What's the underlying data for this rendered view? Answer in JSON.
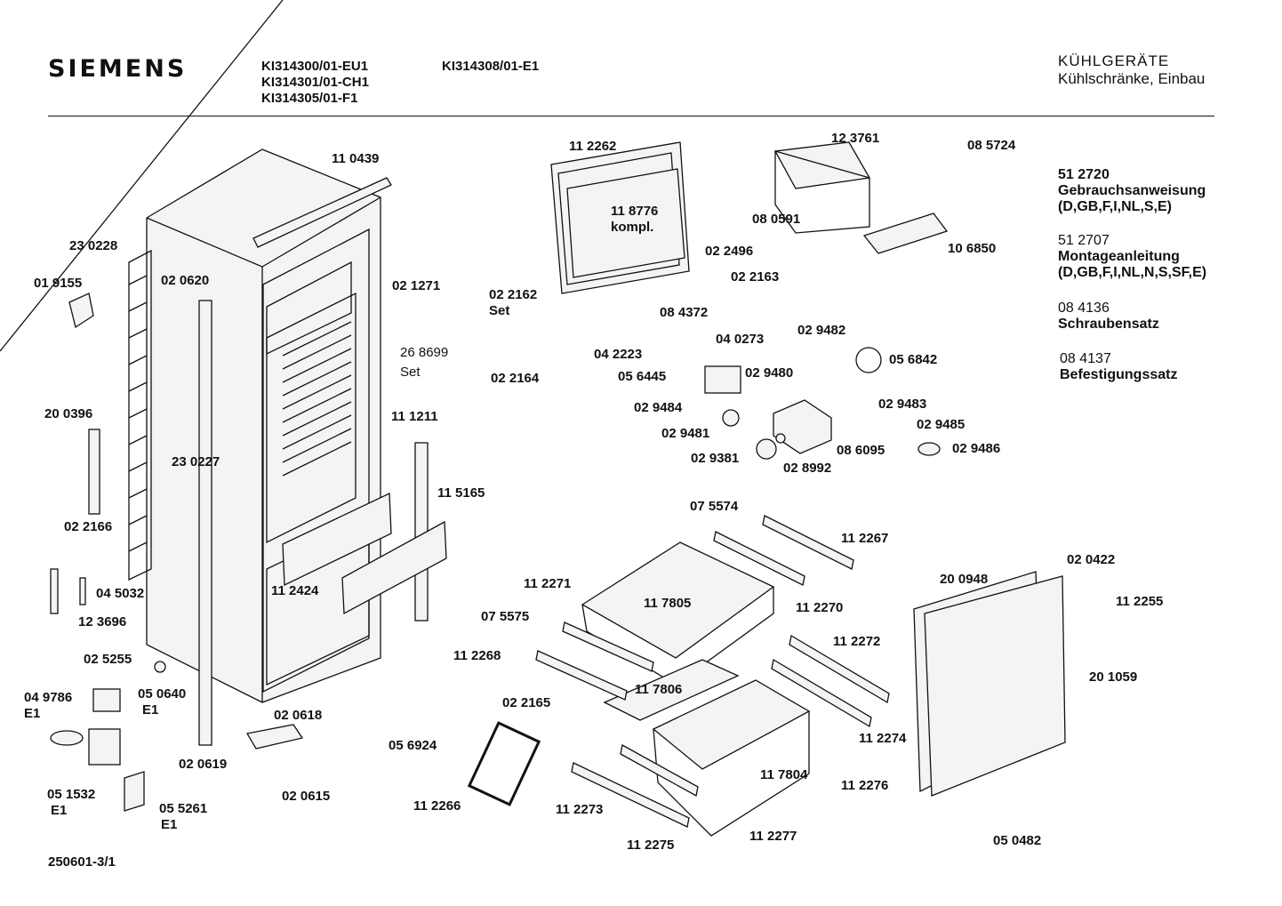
{
  "header": {
    "brand": "SIEMENS",
    "models_left": [
      "KI314300/01-EU1",
      "KI314301/01-CH1",
      "KI314305/01-F1"
    ],
    "model_right": "KI314308/01-E1",
    "category": "KÜHLGERÄTE",
    "subcategory": "Kühlschränke, Einbau"
  },
  "documents": [
    {
      "number": "51 2720",
      "title": "Gebrauchsanweisung",
      "langs": "(D,GB,F,I,NL,S,E)",
      "bold": true
    },
    {
      "number": "51 2707",
      "title": "Montageanleitung",
      "langs": "(D,GB,F,I,NL,N,S,SF,E)",
      "bold": false
    },
    {
      "number": "08 4136",
      "title": "Schraubensatz",
      "langs": "",
      "bold": false
    },
    {
      "number": "08 4137",
      "title": "Befestigungssatz",
      "langs": "",
      "bold": false
    }
  ],
  "footer": {
    "drawing_number": "250601-3/1"
  },
  "parts": [
    {
      "id": "110439",
      "text": "11 0439"
    },
    {
      "id": "230228",
      "text": "23 0228"
    },
    {
      "id": "019155",
      "text": "01 9155"
    },
    {
      "id": "020620",
      "text": "02 0620"
    },
    {
      "id": "021271",
      "text": "02 1271"
    },
    {
      "id": "268699",
      "text": "26 8699"
    },
    {
      "id": "268699set",
      "text": "Set"
    },
    {
      "id": "200396",
      "text": "20 0396"
    },
    {
      "id": "230227",
      "text": "23 0227"
    },
    {
      "id": "111211",
      "text": "11 1211"
    },
    {
      "id": "115165",
      "text": "11 5165"
    },
    {
      "id": "022166",
      "text": "02 2166"
    },
    {
      "id": "045032",
      "text": "04 5032"
    },
    {
      "id": "123696",
      "text": "12 3696"
    },
    {
      "id": "112424",
      "text": "11 2424"
    },
    {
      "id": "025255",
      "text": "02 5255"
    },
    {
      "id": "049786",
      "text": "04 9786"
    },
    {
      "id": "049786e",
      "text": "E1"
    },
    {
      "id": "050640",
      "text": "05 0640"
    },
    {
      "id": "050640e",
      "text": "E1"
    },
    {
      "id": "020618",
      "text": "02 0618"
    },
    {
      "id": "020619",
      "text": "02 0619"
    },
    {
      "id": "020615",
      "text": "02 0615"
    },
    {
      "id": "051532",
      "text": "05 1532"
    },
    {
      "id": "051532e",
      "text": "E1"
    },
    {
      "id": "055261",
      "text": "05 5261"
    },
    {
      "id": "055261e",
      "text": "E1"
    },
    {
      "id": "112262",
      "text": "11 2262"
    },
    {
      "id": "118776",
      "text": "11 8776"
    },
    {
      "id": "118776k",
      "text": "kompl."
    },
    {
      "id": "022496",
      "text": "02 2496"
    },
    {
      "id": "022163",
      "text": "02 2163"
    },
    {
      "id": "022162",
      "text": "02 2162"
    },
    {
      "id": "022162set",
      "text": "Set"
    },
    {
      "id": "084372",
      "text": "08 4372"
    },
    {
      "id": "042223",
      "text": "04 2223"
    },
    {
      "id": "022164",
      "text": "02 2164"
    },
    {
      "id": "123761",
      "text": "12 3761"
    },
    {
      "id": "085724",
      "text": "08 5724"
    },
    {
      "id": "080591",
      "text": "08 0591"
    },
    {
      "id": "106850",
      "text": "10 6850"
    },
    {
      "id": "040273",
      "text": "04 0273"
    },
    {
      "id": "029482",
      "text": "02 9482"
    },
    {
      "id": "056842",
      "text": "05 6842"
    },
    {
      "id": "056445",
      "text": "05 6445"
    },
    {
      "id": "029480",
      "text": "02 9480"
    },
    {
      "id": "029483",
      "text": "02 9483"
    },
    {
      "id": "029484",
      "text": "02 9484"
    },
    {
      "id": "029485",
      "text": "02 9485"
    },
    {
      "id": "029481",
      "text": "02 9481"
    },
    {
      "id": "086095",
      "text": "08 6095"
    },
    {
      "id": "029486",
      "text": "02 9486"
    },
    {
      "id": "029381",
      "text": "02 9381"
    },
    {
      "id": "028992",
      "text": "02 8992"
    },
    {
      "id": "075574",
      "text": "07 5574"
    },
    {
      "id": "112267",
      "text": "11 2267"
    },
    {
      "id": "112271",
      "text": "11 2271"
    },
    {
      "id": "117805",
      "text": "11 7805"
    },
    {
      "id": "112270",
      "text": "11 2270"
    },
    {
      "id": "075575",
      "text": "07 5575"
    },
    {
      "id": "112268",
      "text": "11 2268"
    },
    {
      "id": "112272",
      "text": "11 2272"
    },
    {
      "id": "117806",
      "text": "11 7806"
    },
    {
      "id": "022165",
      "text": "02 2165"
    },
    {
      "id": "056924",
      "text": "05 6924"
    },
    {
      "id": "112274",
      "text": "11 2274"
    },
    {
      "id": "117804",
      "text": "11 7804"
    },
    {
      "id": "112266",
      "text": "11 2266"
    },
    {
      "id": "112276",
      "text": "11 2276"
    },
    {
      "id": "112273",
      "text": "11 2273"
    },
    {
      "id": "112277",
      "text": "11 2277"
    },
    {
      "id": "112275",
      "text": "11 2275"
    },
    {
      "id": "020422",
      "text": "02 0422"
    },
    {
      "id": "200948",
      "text": "20 0948"
    },
    {
      "id": "112255",
      "text": "11 2255"
    },
    {
      "id": "201059",
      "text": "20 1059"
    },
    {
      "id": "050482",
      "text": "05 0482"
    }
  ]
}
